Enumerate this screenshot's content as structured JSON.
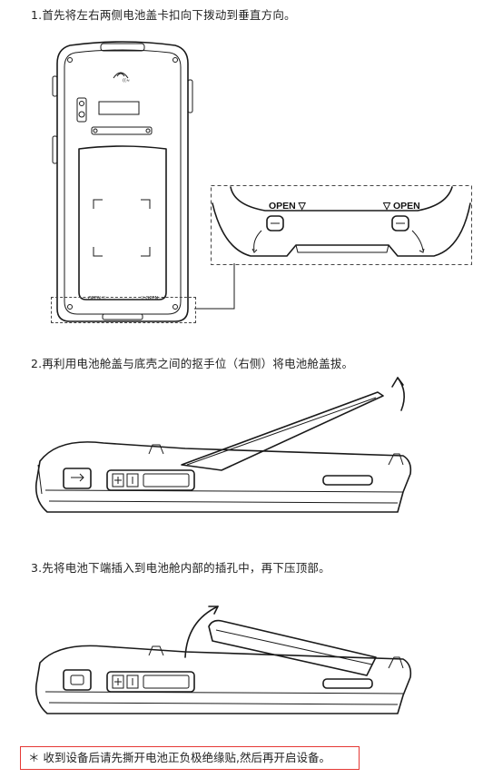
{
  "steps": [
    {
      "text": "1.首先将左右两侧电池盖卡扣向下拨动到垂直方向。"
    },
    {
      "text": "2.再利用电池舱盖与底壳之间的抠手位（右侧）将电池舱盖拔。"
    },
    {
      "text": "3.先将电池下端插入到电池舱内部的插孔中，再下压顶部。"
    }
  ],
  "detail_labels": {
    "open_left": "OPEN ▽",
    "open_right": "▽ OPEN"
  },
  "device_labels": {
    "open_left": "OPEN ▽",
    "open_right": "▽ OPEN"
  },
  "note": "＊ 收到设备后请先撕开电池正负极绝缘贴,然后再开启设备。"
}
